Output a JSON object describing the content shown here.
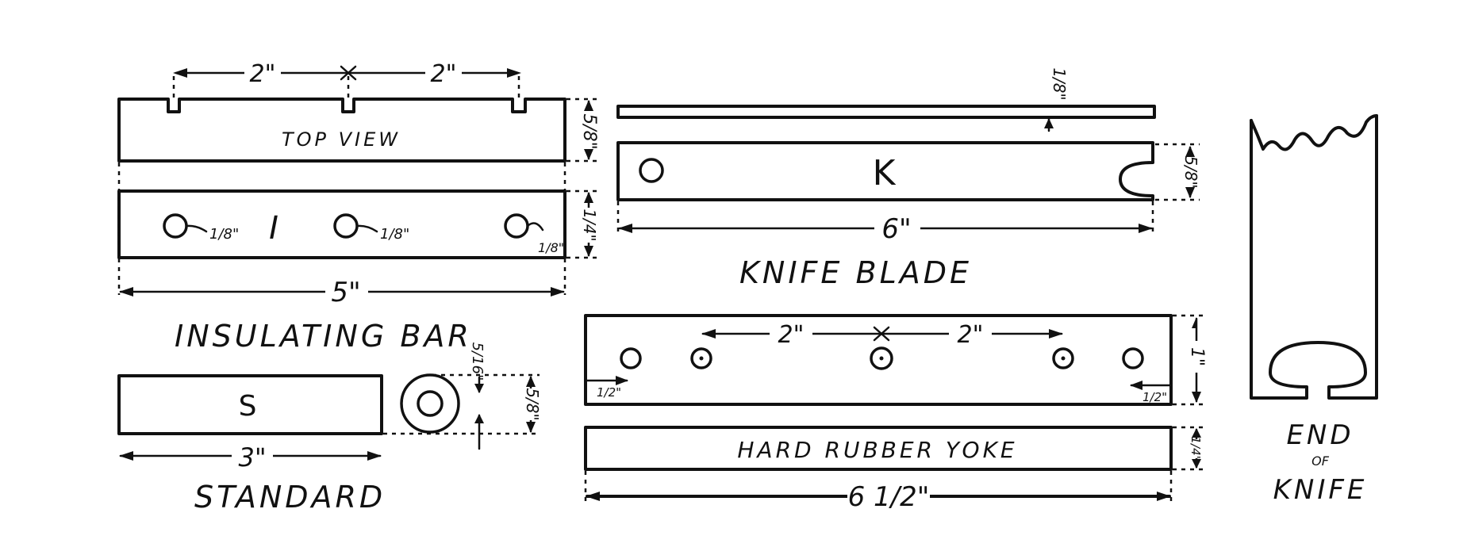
{
  "insulating_bar": {
    "top_view_label": "TOP VIEW",
    "letter": "I",
    "notch_spacing_1": "2\"",
    "notch_spacing_2": "2\"",
    "hole_size_1": "1/8\"",
    "hole_size_2": "1/8\"",
    "hole_size_3": "1/8\"",
    "height_top": "5/8\"",
    "height_side": "1/4\"",
    "length": "5\"",
    "title": "INSULATING BAR"
  },
  "knife_blade": {
    "letter": "K",
    "thickness": "1/8\"",
    "width": "5/8\"",
    "length": "6\"",
    "title": "KNIFE BLADE"
  },
  "standard": {
    "letter": "S",
    "length": "3\"",
    "hole": "5/16\"",
    "diameter": "5/8\"",
    "title": "STANDARD"
  },
  "yoke": {
    "spacing_1": "2\"",
    "spacing_2": "2\"",
    "edge_left": "1/2\"",
    "edge_right": "1/2\"",
    "height": "1\"",
    "thickness": "1/4\"",
    "label": "HARD RUBBER YOKE",
    "length": "6 1/2\""
  },
  "end_of_knife": {
    "line1": "END",
    "line2": "OF",
    "line3": "KNIFE"
  }
}
